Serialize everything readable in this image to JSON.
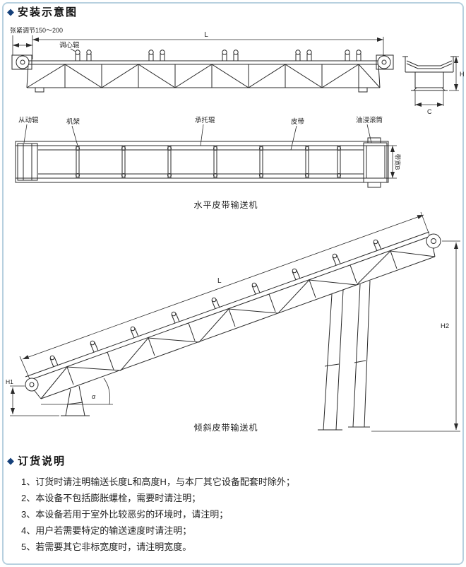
{
  "page": {
    "border_color": "#b7d0df",
    "diamond_color": "#15407a",
    "line_color": "#2a2a2a"
  },
  "sections": {
    "install": {
      "bullet": "◆",
      "title": "安装示意图"
    },
    "order": {
      "bullet": "◆",
      "title": "订货说明"
    }
  },
  "side_view": {
    "tension_label": "张紧调节150～200",
    "aligning_roller_label": "调心辊",
    "length_label": "L"
  },
  "end_view": {
    "height_label": "H",
    "width_label": "C"
  },
  "plan_view": {
    "driven_roller_label": "从动辊",
    "frame_label": "机架",
    "carrier_roller_label": "承托辊",
    "belt_label": "皮带",
    "drive_drum_label": "油浸滚筒",
    "belt_width_label": "带宽B",
    "caption": "水平皮带输送机"
  },
  "incline_view": {
    "length_label": "L",
    "height1_label": "H1",
    "height2_label": "H2",
    "angle_label": "α",
    "caption": "倾斜皮带输送机"
  },
  "order_notes": [
    "1、订货时请注明输送长度L和高度H，与本厂其它设备配套时除外；",
    "2、本设备不包括膨胀螺栓，需要时请注明；",
    "3、本设备若用于室外比较恶劣的环境时，请注明；",
    "4、用户若需要特定的输送速度时请注明；",
    "5、若需要其它非标宽度时，请注明宽度。"
  ]
}
